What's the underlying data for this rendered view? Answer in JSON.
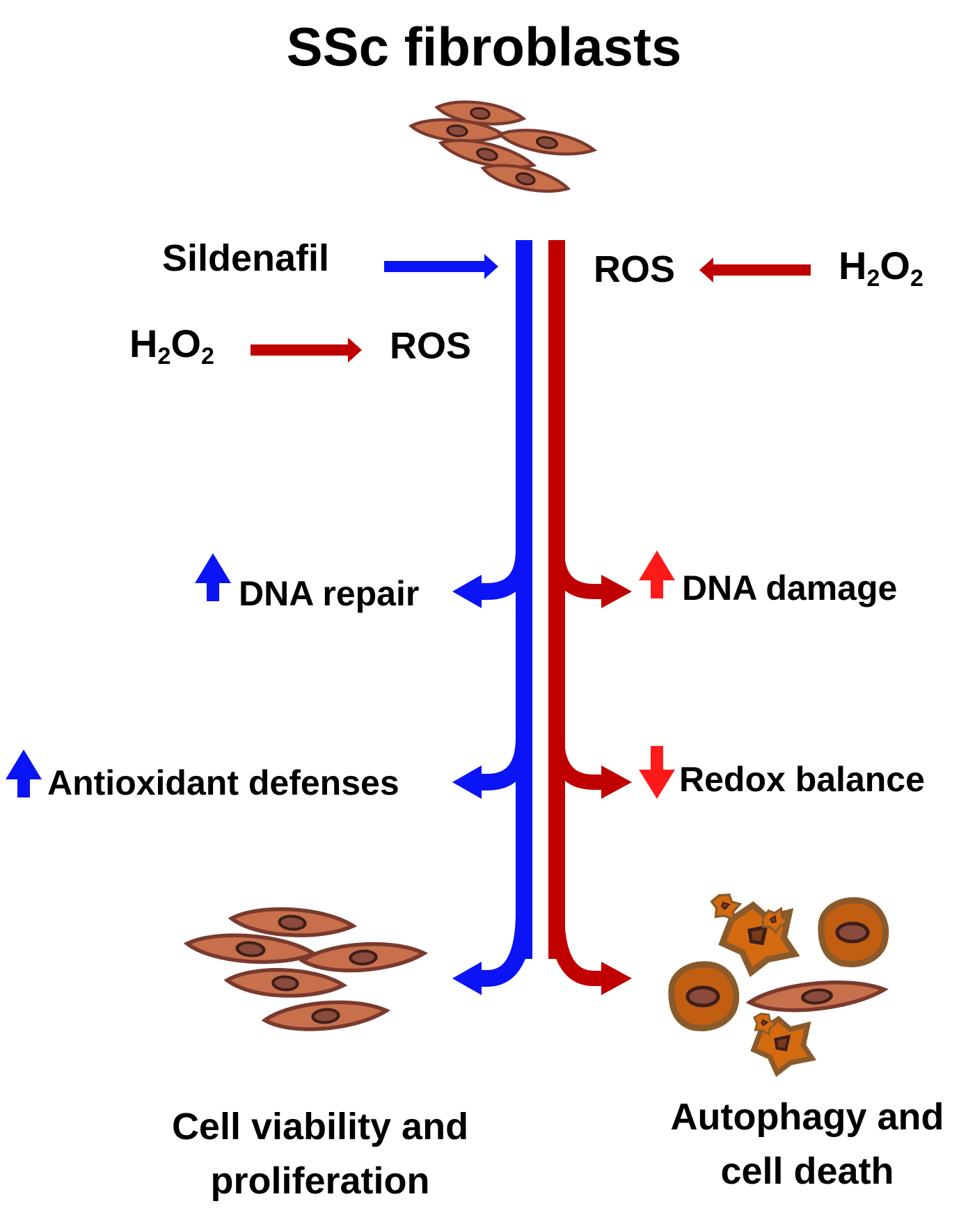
{
  "title": "SSc fibroblasts",
  "left": {
    "treatment": "Sildenafil",
    "h2o2": {
      "h": "H",
      "sub1": "2",
      "o": "O",
      "sub2": "2"
    },
    "ros": "ROS",
    "effect1": "DNA repair",
    "effect2": "Antioxidant defenses",
    "outcome_line1": "Cell viability  and",
    "outcome_line2": "proliferation",
    "color": "#0a14f5"
  },
  "right": {
    "ros": "ROS",
    "h2o2": {
      "h": "H",
      "sub1": "2",
      "o": "O",
      "sub2": "2"
    },
    "effect1": "DNA damage",
    "effect2": "Redox balance",
    "outcome_line1": "Autophagy and",
    "outcome_line2": "cell death",
    "color": "#c00000",
    "indicator_color": "#ff1a1a"
  },
  "icons": {
    "top_cells": "fibroblast-cluster",
    "left_cells": "healthy-fibroblasts",
    "right_cells": "dying-cells",
    "up": "up-arrow",
    "down": "down-arrow"
  }
}
